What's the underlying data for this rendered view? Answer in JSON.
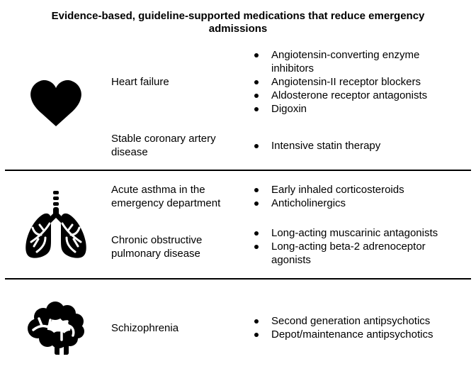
{
  "title": "Evidence-based, guideline-supported medications that reduce emergency admissions",
  "colors": {
    "background": "#ffffff",
    "text": "#000000",
    "icon": "#000000",
    "divider": "#000000"
  },
  "sections": [
    {
      "icon": "heart-icon",
      "groups": [
        {
          "condition": "Heart failure",
          "medications": [
            "Angiotensin-converting enzyme inhibitors",
            "Angiotensin-II receptor blockers",
            "Aldosterone receptor antagonists",
            "Digoxin"
          ]
        },
        {
          "condition": "Stable coronary artery disease",
          "medications": [
            "Intensive statin therapy"
          ]
        }
      ]
    },
    {
      "icon": "lungs-icon",
      "groups": [
        {
          "condition": "Acute asthma in the emergency department",
          "medications": [
            "Early inhaled corticosteroids",
            "Anticholinergics"
          ]
        },
        {
          "condition": "Chronic obstructive pulmonary disease",
          "medications": [
            "Long-acting muscarinic antagonists",
            "Long-acting beta-2 adrenoceptor agonists"
          ]
        }
      ]
    },
    {
      "icon": "brain-icon",
      "groups": [
        {
          "condition": "Schizophrenia",
          "medications": [
            "Second generation antipsychotics",
            "Depot/maintenance antipsychotics"
          ]
        }
      ]
    }
  ]
}
